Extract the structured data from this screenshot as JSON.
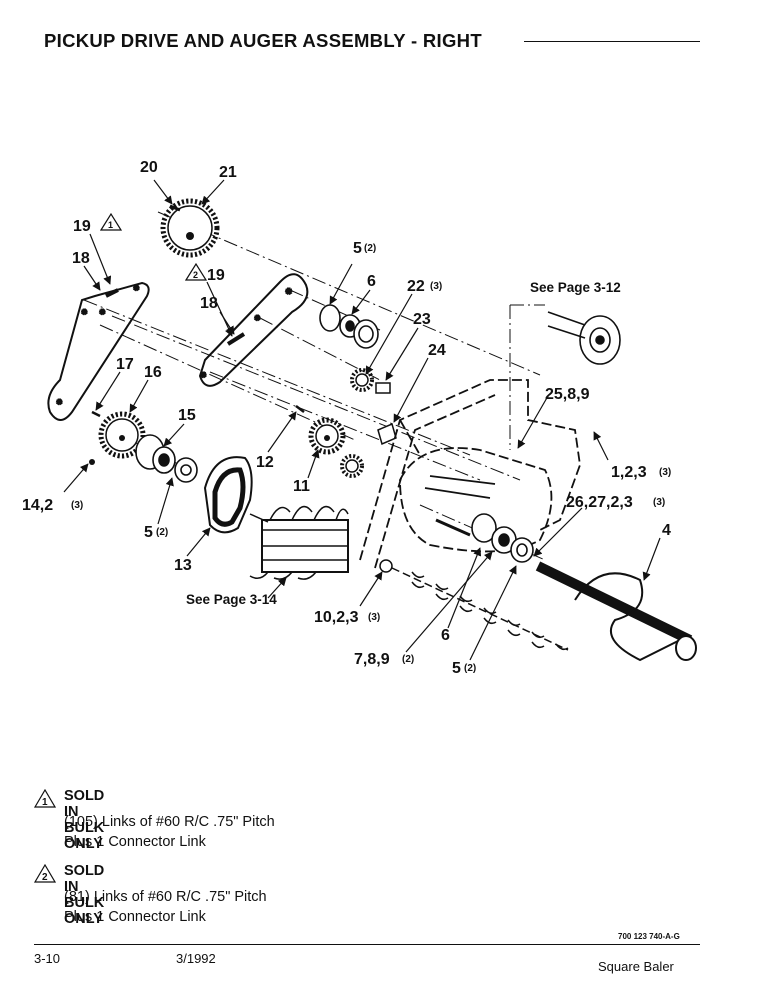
{
  "header": {
    "title": "PICKUP DRIVE AND AUGER ASSEMBLY - RIGHT"
  },
  "callouts": {
    "c20": "20",
    "c21": "21",
    "c19a": "19",
    "c18a": "18",
    "c5a": "5",
    "c5a_q": "(2)",
    "c6a": "6",
    "c22": "22",
    "c22_q": "(3)",
    "c23": "23",
    "c24": "24",
    "c19b": "19",
    "c18b": "18",
    "c17": "17",
    "c16": "16",
    "c15": "15",
    "c12": "12",
    "c11": "11",
    "c14": "14,2",
    "c14_q": "(3)",
    "c5b": "5",
    "c5b_q": "(2)",
    "c13": "13",
    "c25": "25,8,9",
    "c1": "1,2,3",
    "c1_q": "(3)",
    "c26": "26,27,2,3",
    "c26_q": "(3)",
    "c4": "4",
    "c10": "10,2,3",
    "c10_q": "(3)",
    "c6b": "6",
    "c7": "7,8,9",
    "c7_q": "(2)",
    "c5c": "5",
    "c5c_q": "(2)",
    "see_312": "See Page 3-12",
    "see_314": "See Page 3-14",
    "tri1": "1",
    "tri2": "2"
  },
  "notes": [
    {
      "marker": "1",
      "heading": "SOLD IN BULK ONLY",
      "line1": "(105) Links of #60 R/C .75\" Pitch",
      "line2": "Plus 1 Connector Link"
    },
    {
      "marker": "2",
      "heading": "SOLD IN BULK ONLY",
      "line1": "(81) Links of #60 R/C .75\" Pitch",
      "line2": "Plus 1 Connector Link"
    }
  ],
  "footer": {
    "page": "3-10",
    "date": "3/1992",
    "doc_number": "700 123 740-A-G",
    "product": "Square Baler"
  }
}
